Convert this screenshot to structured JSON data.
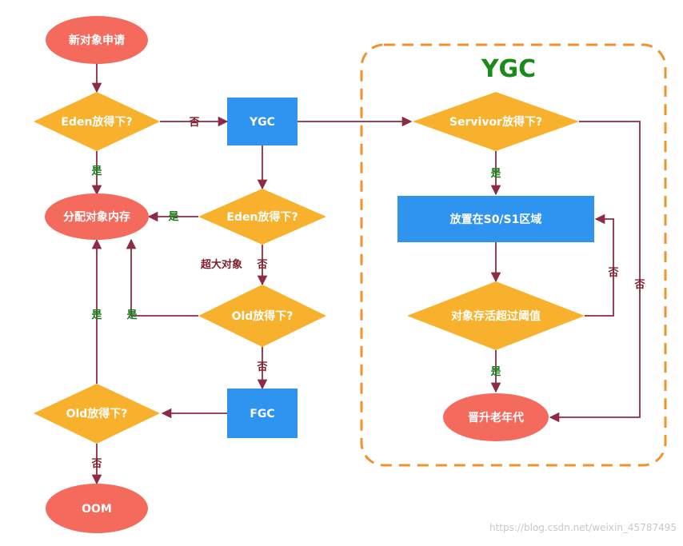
{
  "colors": {
    "ellipse": "#f46a5c",
    "diamond": "#f8b12c",
    "rect": "#2f93f0",
    "edge": "#8e2a44",
    "group_border": "#f2922d",
    "yes_text": "#1a7a1a",
    "no_text": "#7a1f2b",
    "group_title": "#1a8a1a"
  },
  "group": {
    "title": "YGC"
  },
  "nodes": {
    "new_object": "新对象申请",
    "eden_check_1": "Eden放得下?",
    "ygc": "YGC",
    "allocate": "分配对象内存",
    "eden_check_2": "Eden放得下?",
    "old_check_1": "Old放得下?",
    "fgc": "FGC",
    "old_check_2": "Old放得下?",
    "oom": "OOM",
    "survivor_check": "Servivor放得下?",
    "place_s0s1": "放置在S0/S1区域",
    "age_check": "对象存活超过阈值",
    "promote_old": "晋升老年代"
  },
  "edges": {
    "e1_no": "否",
    "e2_yes": "是",
    "e3_yes": "是",
    "e4_big_object": "超大对象",
    "e4_no": "否",
    "e5_yes": "是",
    "e6_no": "否",
    "e7_yes": "是",
    "e8_no": "否",
    "e9_yes": "是",
    "e10_no": "否",
    "e11_no": "否",
    "e12_yes": "是"
  },
  "watermark": "https://blog.csdn.net/weixin_45787495"
}
